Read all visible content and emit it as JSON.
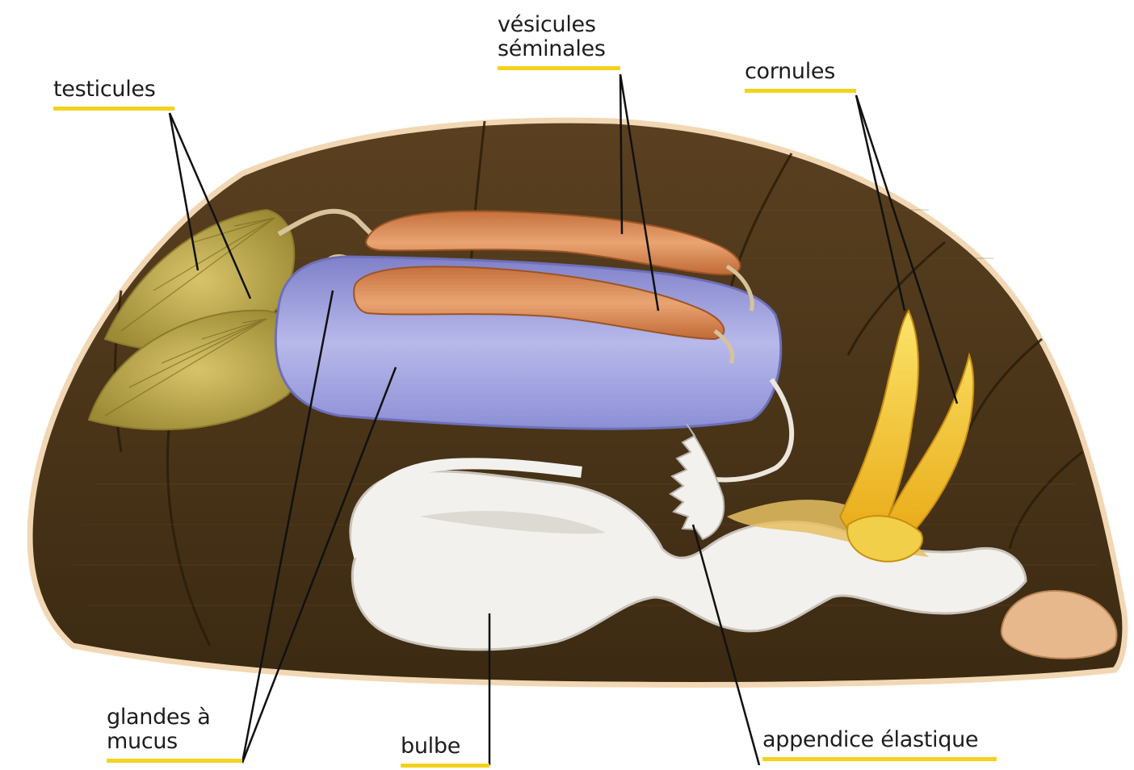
{
  "labels": {
    "testicules": "testicules",
    "vesicules_line1": "vésicules",
    "vesicules_line2": "séminales",
    "cornules": "cornules",
    "glandes_line1": "glandes à",
    "glandes_line2": "mucus",
    "bulbe": "bulbe",
    "appendice": "appendice élastique"
  },
  "colors": {
    "shell_interior": "#4a3418",
    "shell_rim": "#f2d7b4",
    "testicules": "#b9a543",
    "vesicules": "#d98a52",
    "glandes": "#8d8fd6",
    "bulbe": "#f3f1ee",
    "cornules": "#f4c41e",
    "label_underline": "#f4d21e"
  }
}
